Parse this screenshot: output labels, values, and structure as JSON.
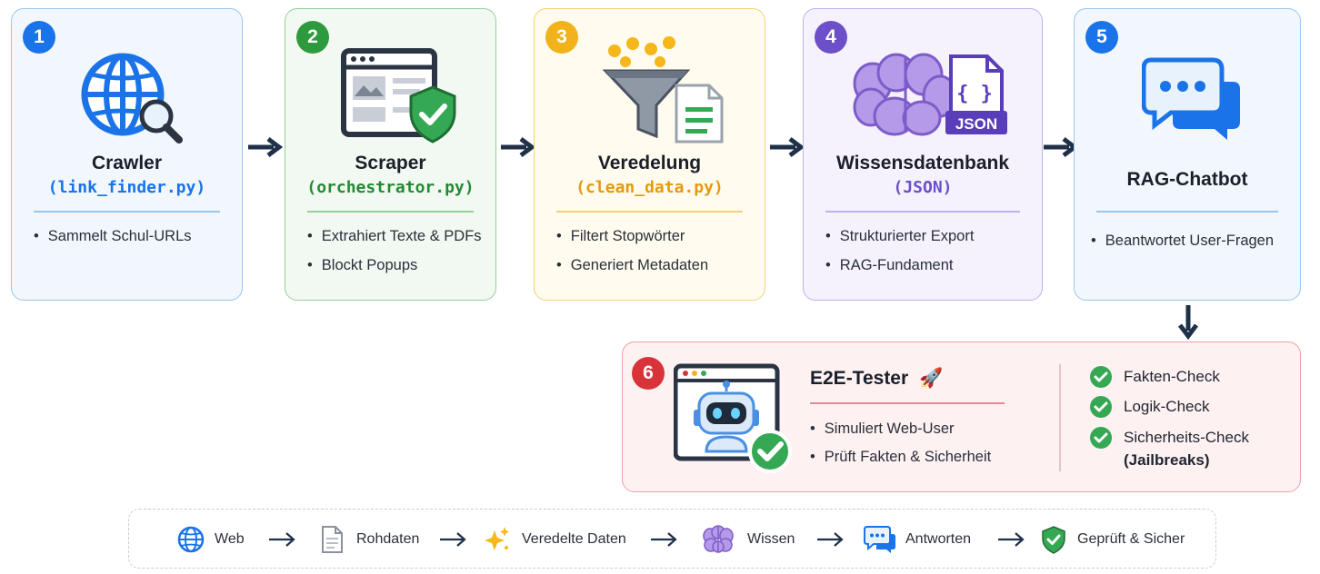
{
  "cards": [
    {
      "number": "1",
      "title": "Crawler",
      "subtitle": "(link_finder.py)",
      "bullets": [
        "Sammelt Schul-URLs"
      ],
      "icon": "globe-search-icon"
    },
    {
      "number": "2",
      "title": "Scraper",
      "subtitle": "(orchestrator.py)",
      "bullets": [
        "Extrahiert Texte & PDFs",
        "Blockt Popups"
      ],
      "icon": "browser-shield-icon"
    },
    {
      "number": "3",
      "title": "Veredelung",
      "subtitle": "(clean_data.py)",
      "bullets": [
        "Filtert Stopwörter",
        "Generiert Metadaten"
      ],
      "icon": "funnel-document-icon"
    },
    {
      "number": "4",
      "title": "Wissensdatenbank",
      "subtitle": "(JSON)",
      "bullets": [
        "Strukturierter Export",
        "RAG-Fundament"
      ],
      "icon": "brain-json-icon",
      "icon_label": "JSON",
      "icon_braces": "{ }"
    },
    {
      "number": "5",
      "title": "RAG-Chatbot",
      "bullets": [
        "Beantwortet User-Fragen"
      ],
      "icon": "chat-bubbles-icon"
    }
  ],
  "tester": {
    "number": "6",
    "title": "E2E-Tester",
    "title_emoji": "🚀",
    "bullets": [
      "Simuliert Web-User",
      "Prüft Fakten & Sicherheit"
    ],
    "checks": [
      "Fakten-Check",
      "Logik-Check",
      "Sicherheits-Check"
    ],
    "checks_note": "(Jailbreaks)",
    "icon": "robot-browser-check-icon"
  },
  "flow": [
    {
      "label": "Web",
      "icon": "globe-icon"
    },
    {
      "label": "Rohdaten",
      "icon": "document-icon"
    },
    {
      "label": "Veredelte Daten",
      "icon": "sparkles-icon"
    },
    {
      "label": "Wissen",
      "icon": "brain-icon"
    },
    {
      "label": "Antworten",
      "icon": "chat-icon"
    },
    {
      "label": "Geprüft & Sicher",
      "icon": "shield-check-icon"
    }
  ],
  "colors": {
    "blue": "#1a73e8",
    "green": "#2e9a3e",
    "yellow": "#f2b21b",
    "purple": "#6c4fc9",
    "red": "#d9333a",
    "navy": "#1f3049"
  }
}
